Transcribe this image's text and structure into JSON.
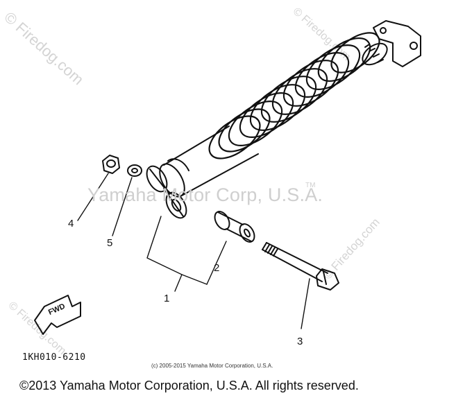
{
  "watermarks": {
    "corner_top_left": "© Firedog.com",
    "corner_top_right": "© Firedog.com",
    "corner_bottom_left": "© Firedog.com",
    "corner_bottom_right": "© Firedog.com",
    "center": "Yamaha Motor Corp, U.S.A.",
    "trademark": "TM"
  },
  "callouts": {
    "part_1": "1",
    "part_2": "2",
    "part_3": "3",
    "part_4": "4",
    "part_5": "5"
  },
  "direction_arrow": {
    "label": "FWD"
  },
  "diagram_code": "1KH010-6210",
  "small_copyright": "(c) 2005-2015 Yamaha Motor Corporation, U.S.A.",
  "footer_copyright": "©2013 Yamaha Motor Corporation, U.S.A. All rights reserved."
}
